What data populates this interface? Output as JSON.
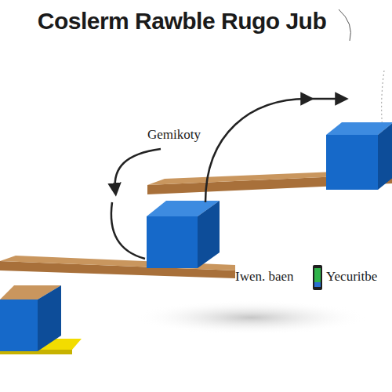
{
  "diagram": {
    "title": "Coslerm Rawble Rugo Jub",
    "labels": [
      "Gemikoty",
      "Iwen. baen",
      "Yecuritbe"
    ]
  }
}
